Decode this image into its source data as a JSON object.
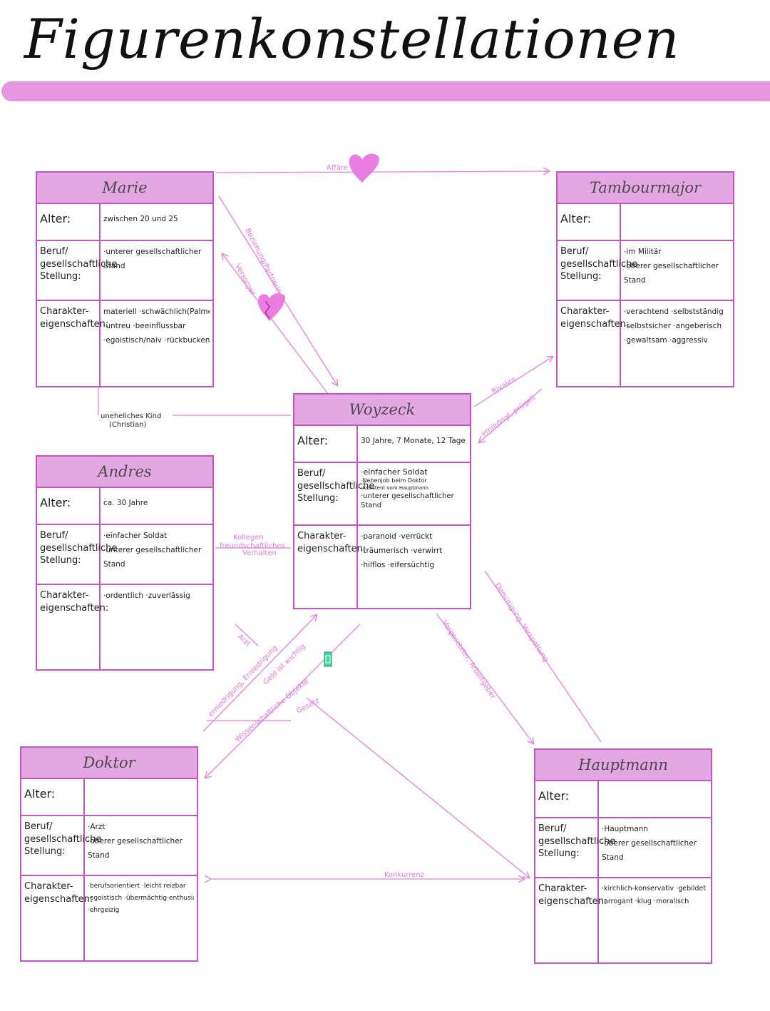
{
  "title": "Figurenkonstellationen",
  "colors": {
    "accent": "#e597e0",
    "border": "#c256c0",
    "header": "#e3a8e3",
    "edge": "#e085d8",
    "heart": "#e77ee0",
    "money": "#3dd6a0"
  },
  "labels": {
    "alter": "Alter:",
    "beruf": [
      "Beruf/",
      "gesellschaftliche",
      "Stellung:"
    ],
    "charakter": [
      "Charakter-",
      "eigenschaften:"
    ]
  },
  "characters": {
    "marie": {
      "name": "Marie",
      "alter": "zwischen 20 und 25",
      "beruf": [
        "·unterer gesellschaftlicher",
        "Stand"
      ],
      "charakter": [
        "materiell ·schwächlich(Palmen)",
        "·untreu ·beeinflussbar",
        "·egoistisch/naiv ·rückbucken (bereuen)"
      ]
    },
    "tambourmajor": {
      "name": "Tambourmajor",
      "alter": "",
      "beruf": [
        "·im Militär",
        "·oberer gesellschaftlicher",
        "Stand"
      ],
      "charakter": [
        "·verachtend ·selbstständig",
        "·selbstsicher ·angeberisch",
        "·gewaltsam ·aggressiv"
      ]
    },
    "woyzeck": {
      "name": "Woyzeck",
      "alter": "30 Jahre, 7 Monate, 12 Tage",
      "beruf": [
        "·einfacher Soldat",
        "·Nebenjob beim Doktor",
        "·Assistent vom Hauptmann",
        "·unterer gesellschaftlicher",
        "Stand"
      ],
      "charakter": [
        "·paranoid ·verrückt",
        "·träumerisch ·verwirrt",
        "·hilflos ·eifersüchtig"
      ]
    },
    "andres": {
      "name": "Andres",
      "alter": "ca. 30 Jahre",
      "beruf": [
        "·einfacher Soldat",
        "·unterer gesellschaftlicher",
        "Stand"
      ],
      "charakter": [
        "·ordentlich ·zuverlässig"
      ]
    },
    "doktor": {
      "name": "Doktor",
      "alter": "",
      "beruf": [
        "·Arzt",
        "·oberer gesellschaftlicher",
        "Stand"
      ],
      "charakter": [
        "·berufsorientiert ·leicht reizbar",
        "·egoistisch ·übermächtig·enthusiastisch",
        "·ehrgeizig"
      ]
    },
    "hauptmann": {
      "name": "Hauptmann",
      "alter": "",
      "beruf": [
        "·Hauptmann",
        "·oberer gesellschaftlicher",
        "Stand"
      ],
      "charakter": [
        "·kirchlich-konservativ ·gebildet",
        "·arrogant ·klug ·moralisch"
      ]
    }
  },
  "child_note": [
    "uneheliches Kind",
    "(Christian)"
  ],
  "relations": {
    "affaere": "Affäre",
    "beziehung": "Beziehung/Partnerin",
    "versorger": "Versorger",
    "rivalen": "Rivalen",
    "erniedrigt": "erniedrigt, prügelt",
    "kollegen": "Kollegen",
    "freundschaftlich": "freundschaftliches",
    "verhalten": "Verhalten",
    "arzt": "Arzt",
    "erniedrigung": "erniedrigung, Erniedrigung",
    "geld": "Geld ist wichtig",
    "wissenschaftlich": "Wissenschaftliche Objekte",
    "gesetz": "Gesetz",
    "vorgesetzter": "Vorgesetzter, Arbeitgeber",
    "demuetigung": "Demütigung, Verspottung",
    "konkurrenz": "Konkurrenz"
  }
}
